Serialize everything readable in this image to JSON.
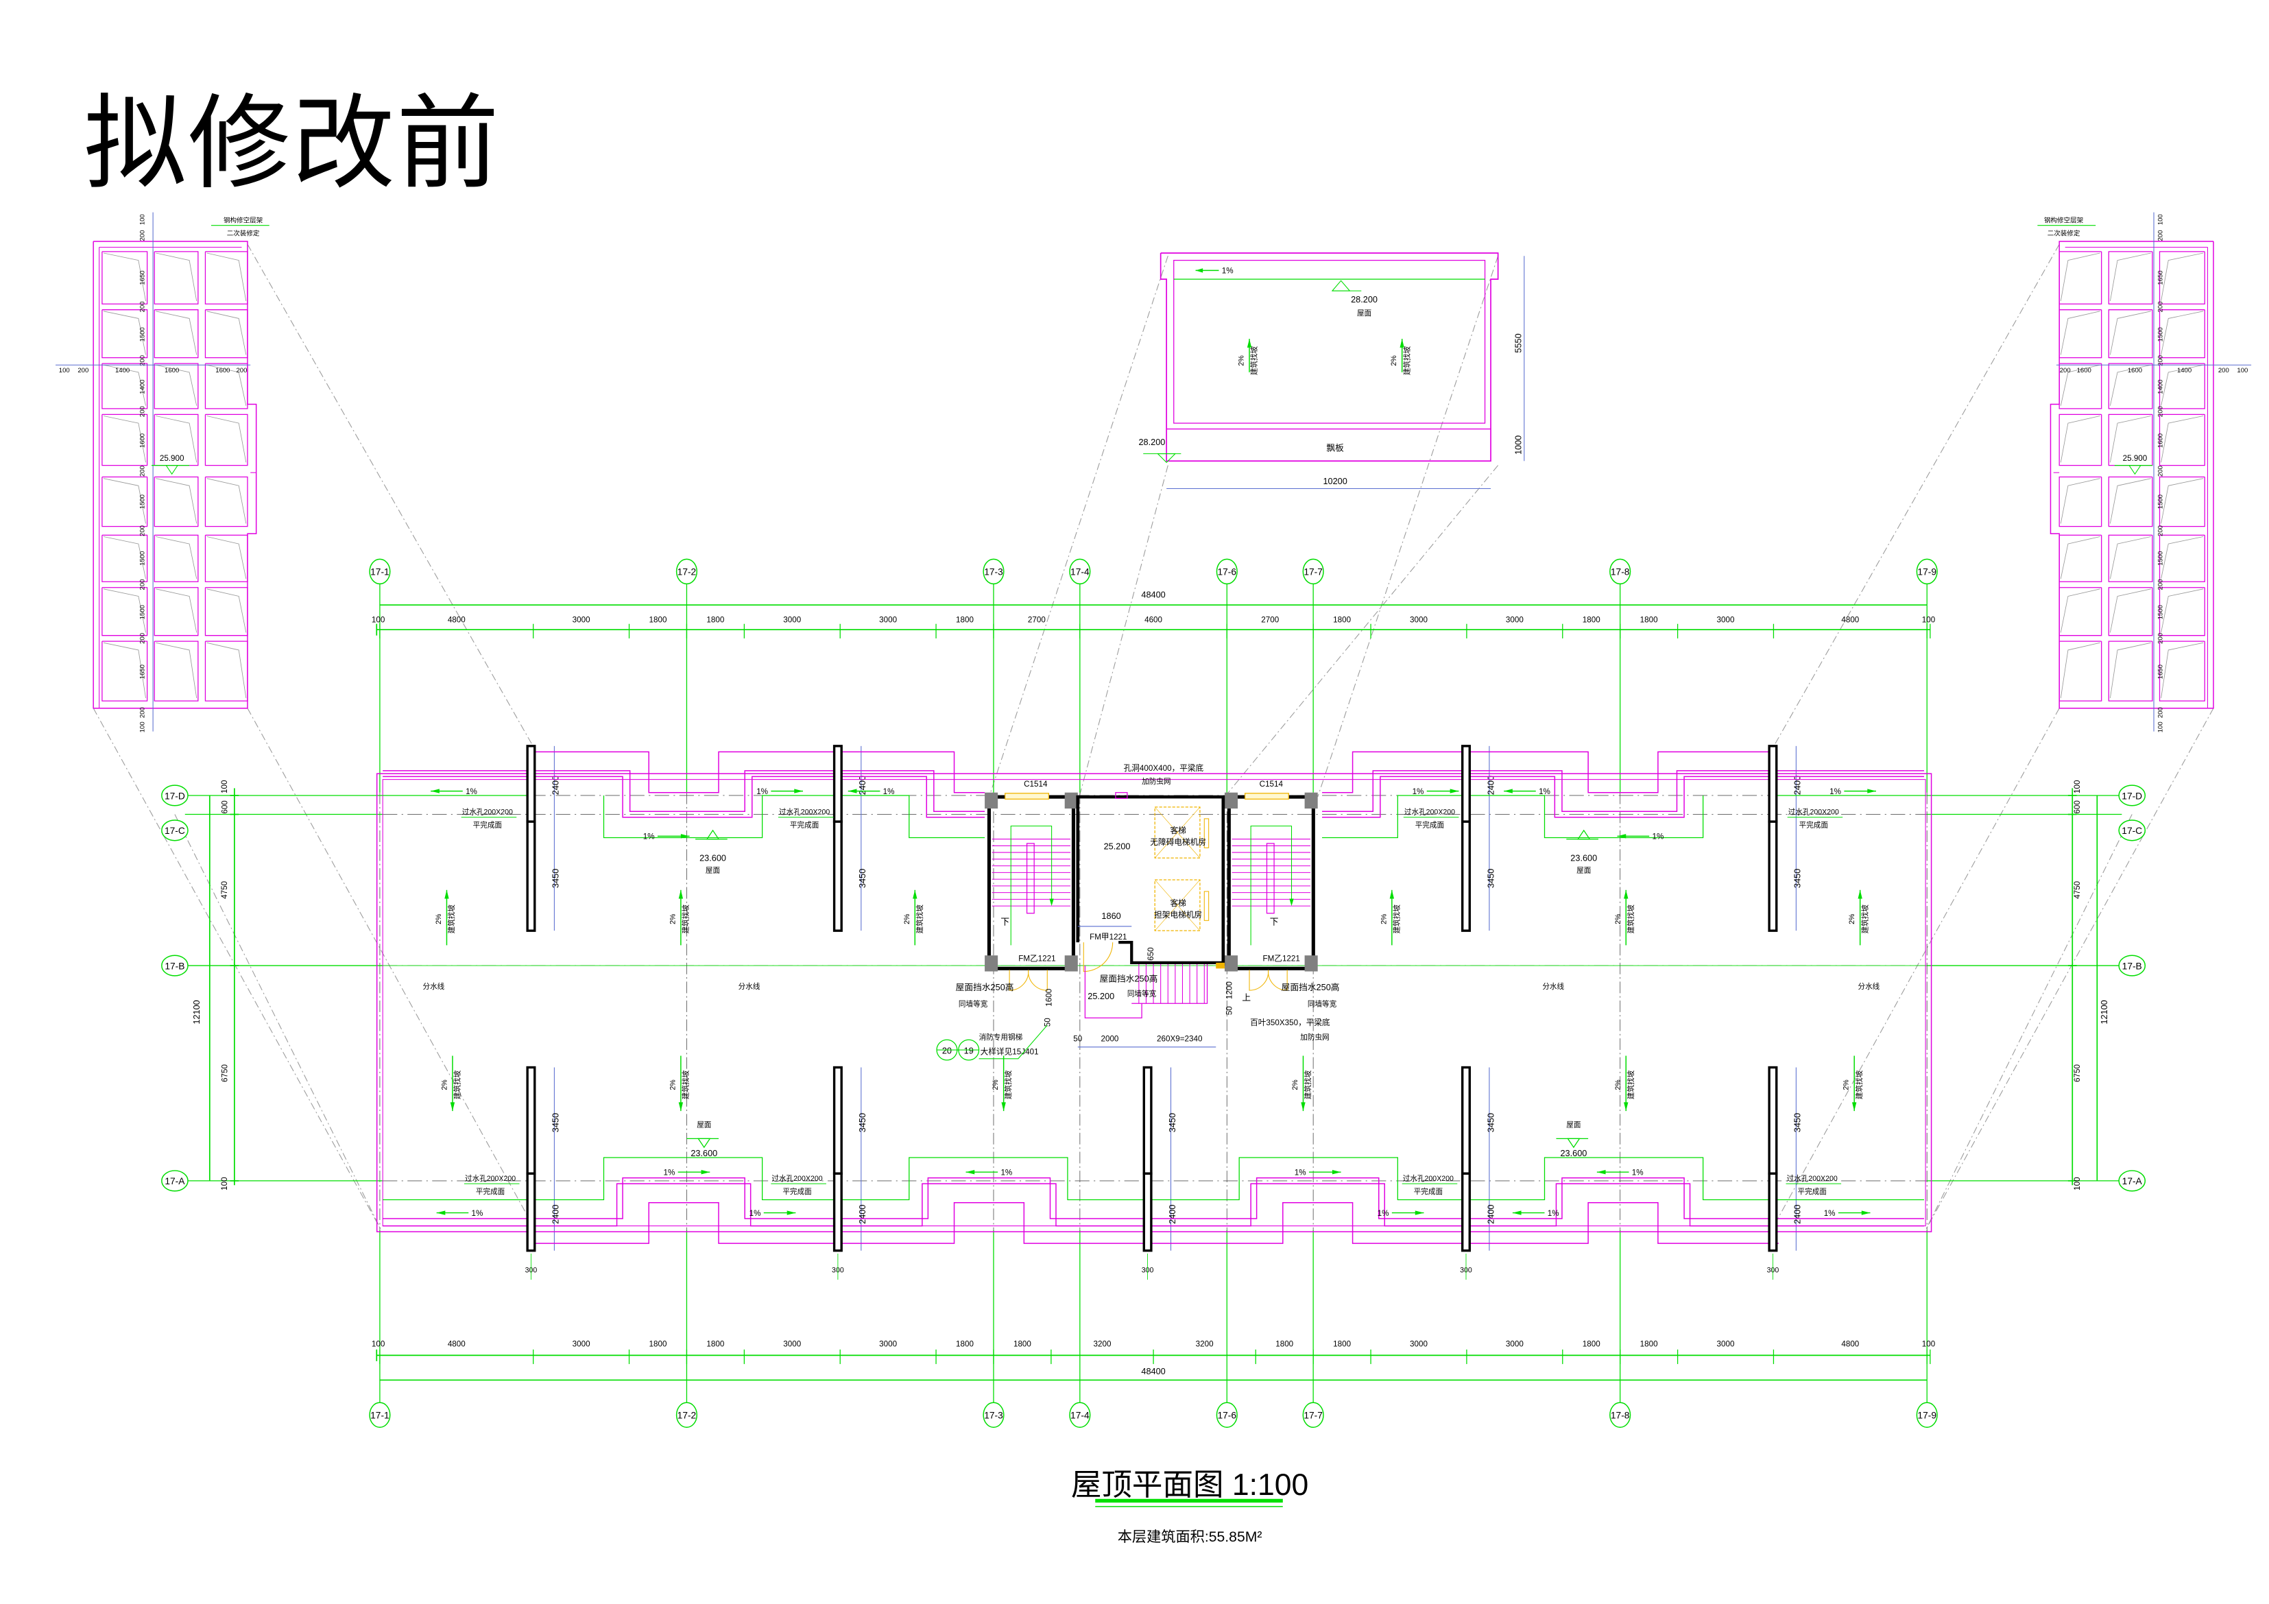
{
  "page_title": "拟修改前",
  "drawing": {
    "title": "屋顶平面图 1:100",
    "area_note": "本层建筑面积:55.85M²"
  },
  "colors": {
    "wall": "#000000",
    "parapet": "#e000e0",
    "dimension": "#00dd00",
    "axis_dash": "#555555",
    "detail_dim": "#5a6fd0",
    "equipment": "#f0b400",
    "column": "#808080",
    "leader": "#9a9a9a"
  },
  "axes": {
    "columns": [
      "17-1",
      "17-2",
      "17-3",
      "17-4",
      "17-6",
      "17-7",
      "17-8",
      "17-9"
    ],
    "rows": [
      "17-D",
      "17-C",
      "17-B",
      "17-A"
    ]
  },
  "dimensions": {
    "total_length": "48400",
    "top_segments": [
      "100",
      "4800",
      "3000",
      "1800",
      "1800",
      "3000",
      "3000",
      "1800",
      "2700",
      "4600",
      "2700",
      "1800",
      "3000",
      "3000",
      "1800",
      "1800",
      "3000",
      "4800",
      "100"
    ],
    "bottom_segments": [
      "100",
      "4800",
      "3000",
      "1800",
      "1800",
      "3000",
      "3000",
      "1800",
      "1800",
      "3200",
      "3200",
      "1800",
      "1800",
      "3000",
      "3000",
      "1800",
      "1800",
      "3000",
      "4800",
      "100"
    ],
    "total_depth": "12100",
    "side_segments": [
      "600",
      "100",
      "4750",
      "6750",
      "100"
    ],
    "wall_top": "2400",
    "wall_mid": "3450",
    "wall_bottom_offset": "300"
  },
  "roof": {
    "slope_1": "1%",
    "slope_2": "2%",
    "slope_note": "建筑找坡",
    "drain_hole": "过水孔200X200",
    "drain_hole_note": "平完成面",
    "roof_elev": "23.600",
    "roof_word": "屋面",
    "ridge": "分水线"
  },
  "core": {
    "window": "C1514",
    "vent_hole": "孔洞400X400，平梁底",
    "insect_screen": "加防虫网",
    "louver": "百叶350X350，平梁底",
    "elev_core": "25.200",
    "lift1_a": "客梯",
    "lift1_b": "无障碍电梯机房",
    "lift2_a": "客梯",
    "lift2_b": "担架电梯机房",
    "dim_1860": "1860",
    "door_a": "FM甲1221",
    "door_b": "FM乙1221",
    "dim_650": "650",
    "down": "下",
    "up": "上",
    "curb": "屋面挡水250高",
    "curb_note": "同墙等宽",
    "dim_1600": "1600",
    "dim_50": "50",
    "dim_1200": "1200",
    "dim_2000": "2000",
    "dim_steps": "260X9=2340",
    "ladder": "消防专用钢梯",
    "ladder_ref": "大样详见15J401",
    "ref_num_a": "20",
    "ref_num_b": "19"
  },
  "side_detail": {
    "note_a": "钢构修空层架",
    "note_b": "二次装修定",
    "elev": "25.900",
    "h_dims": [
      "100",
      "200",
      "1400",
      "1600",
      "1600",
      "200"
    ],
    "v_dims": [
      "100",
      "200",
      "1650",
      "200",
      "1500",
      "200",
      "1400",
      "200",
      "1600",
      "200",
      "1500",
      "200",
      "1500",
      "200",
      "1500",
      "200",
      "1650",
      "200",
      "100"
    ]
  },
  "top_detail": {
    "elev_roof": "28.200",
    "roof_word": "屋面",
    "elev_left": "28.200",
    "slope_1": "1%",
    "slope_2": "2%",
    "slope_note": "建筑找坡",
    "canopy": "飘板",
    "dim_width": "10200",
    "dim_depth": "5550",
    "dim_canopy": "1000"
  }
}
